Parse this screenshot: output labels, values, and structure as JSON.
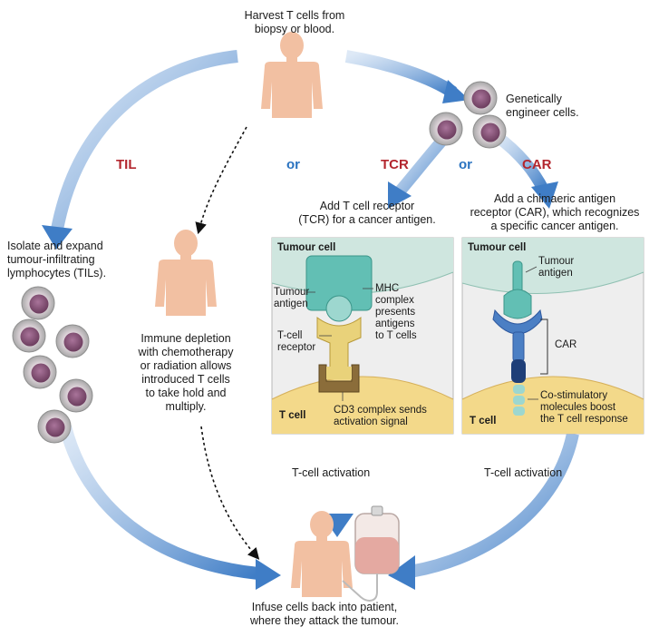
{
  "steps": {
    "harvest": "Harvest T cells from\nbiopsy or blood.",
    "engineer": "Genetically\nengineer cells.",
    "isolate": "Isolate and expand\ntumour-infiltrating\nlymphocytes (TILs).",
    "immune_depletion": "Immune depletion\nwith chemotherapy\nor radiation allows\nintroduced T cells\nto take hold and\nmultiply.",
    "infuse": "Infuse cells back into patient,\nwhere they attack the tumour."
  },
  "paths": {
    "til": "TIL",
    "or_1": "or",
    "tcr": "TCR",
    "or_2": "or",
    "car": "CAR"
  },
  "tcr_panel": {
    "heading": "Add T cell receptor\n(TCR) for a cancer antigen.",
    "tumour_cell": "Tumour cell",
    "tumour_antigen": "Tumour\nantigen",
    "mhc": "MHC\ncomplex\npresents\nantigens\nto T cells",
    "tcell_receptor": "T-cell\nreceptor",
    "t_cell": "T cell",
    "cd3": "CD3 complex sends\nactivation signal",
    "activation": "T-cell activation"
  },
  "car_panel": {
    "heading": "Add a chimaeric antigen\nreceptor (CAR), which recognizes\na specific cancer antigen.",
    "tumour_cell": "Tumour cell",
    "tumour_antigen": "Tumour\nantigen",
    "car": "CAR",
    "costim": "Co-stimulatory\nmolecules boost\nthe T cell response",
    "t_cell": "T cell",
    "activation": "T-cell activation"
  },
  "colors": {
    "arrow_blue": "#4f86c9",
    "label_red": "#b3262e",
    "label_blue": "#2a73c0",
    "tumour_fill": "#cfe6df",
    "tcell_fill": "#f3d98a",
    "skin": "#f2c0a2",
    "receptor_teal": "#62bfb4",
    "receptor_yellow": "#e9d27a",
    "car_navy": "#2f5aa0",
    "panel_bg": "#eeeeee"
  },
  "icons": [
    "person-icon",
    "lymphocyte-icon",
    "iv-bag-icon"
  ]
}
